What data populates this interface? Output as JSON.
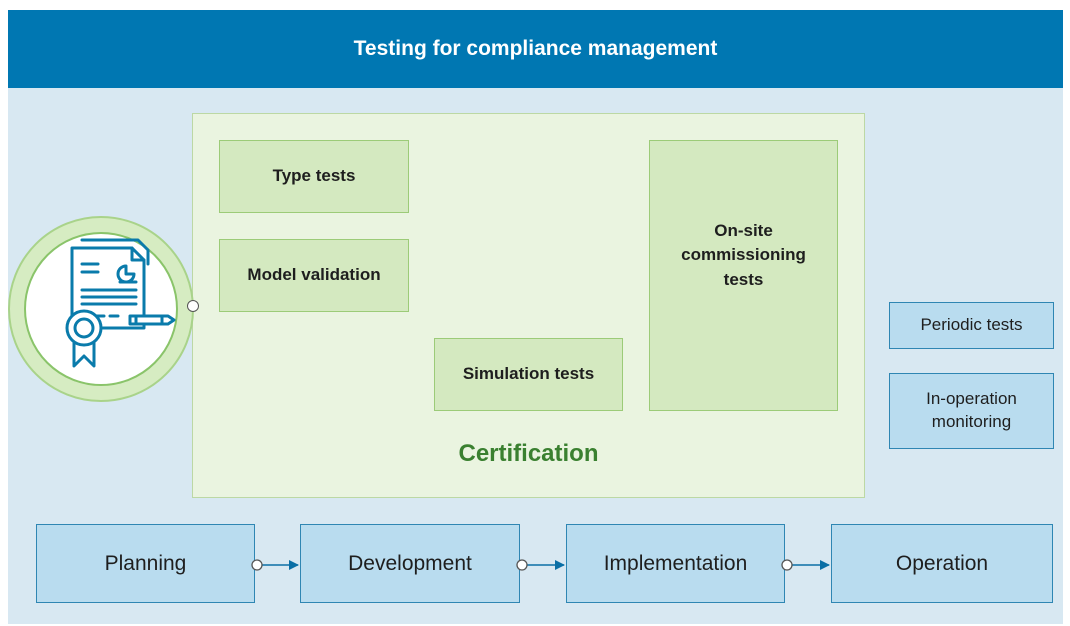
{
  "header": {
    "title": "Testing for compliance management"
  },
  "certification": {
    "label": "Certification",
    "boxes": {
      "type_tests": "Type tests",
      "model_validation": "Model validation",
      "simulation_tests": "Simulation tests",
      "on_site_line1": "On-site",
      "on_site_line2": "commissioning",
      "on_site_line3": "tests"
    }
  },
  "operation_tests": {
    "periodic": "Periodic tests",
    "in_operation_line1": "In-operation",
    "in_operation_line2": "monitoring"
  },
  "phases": [
    "Planning",
    "Development",
    "Implementation",
    "Operation"
  ],
  "icon": {
    "name": "certificate-document-icon"
  },
  "colors": {
    "header": "#0077b2",
    "background": "#d8e8f2",
    "certification_area": "#eaf4e0",
    "green_box": "#d4e9c0",
    "blue_box": "#b9dcef",
    "certification_label": "#3a8030",
    "icon_line": "#0a7bab"
  }
}
